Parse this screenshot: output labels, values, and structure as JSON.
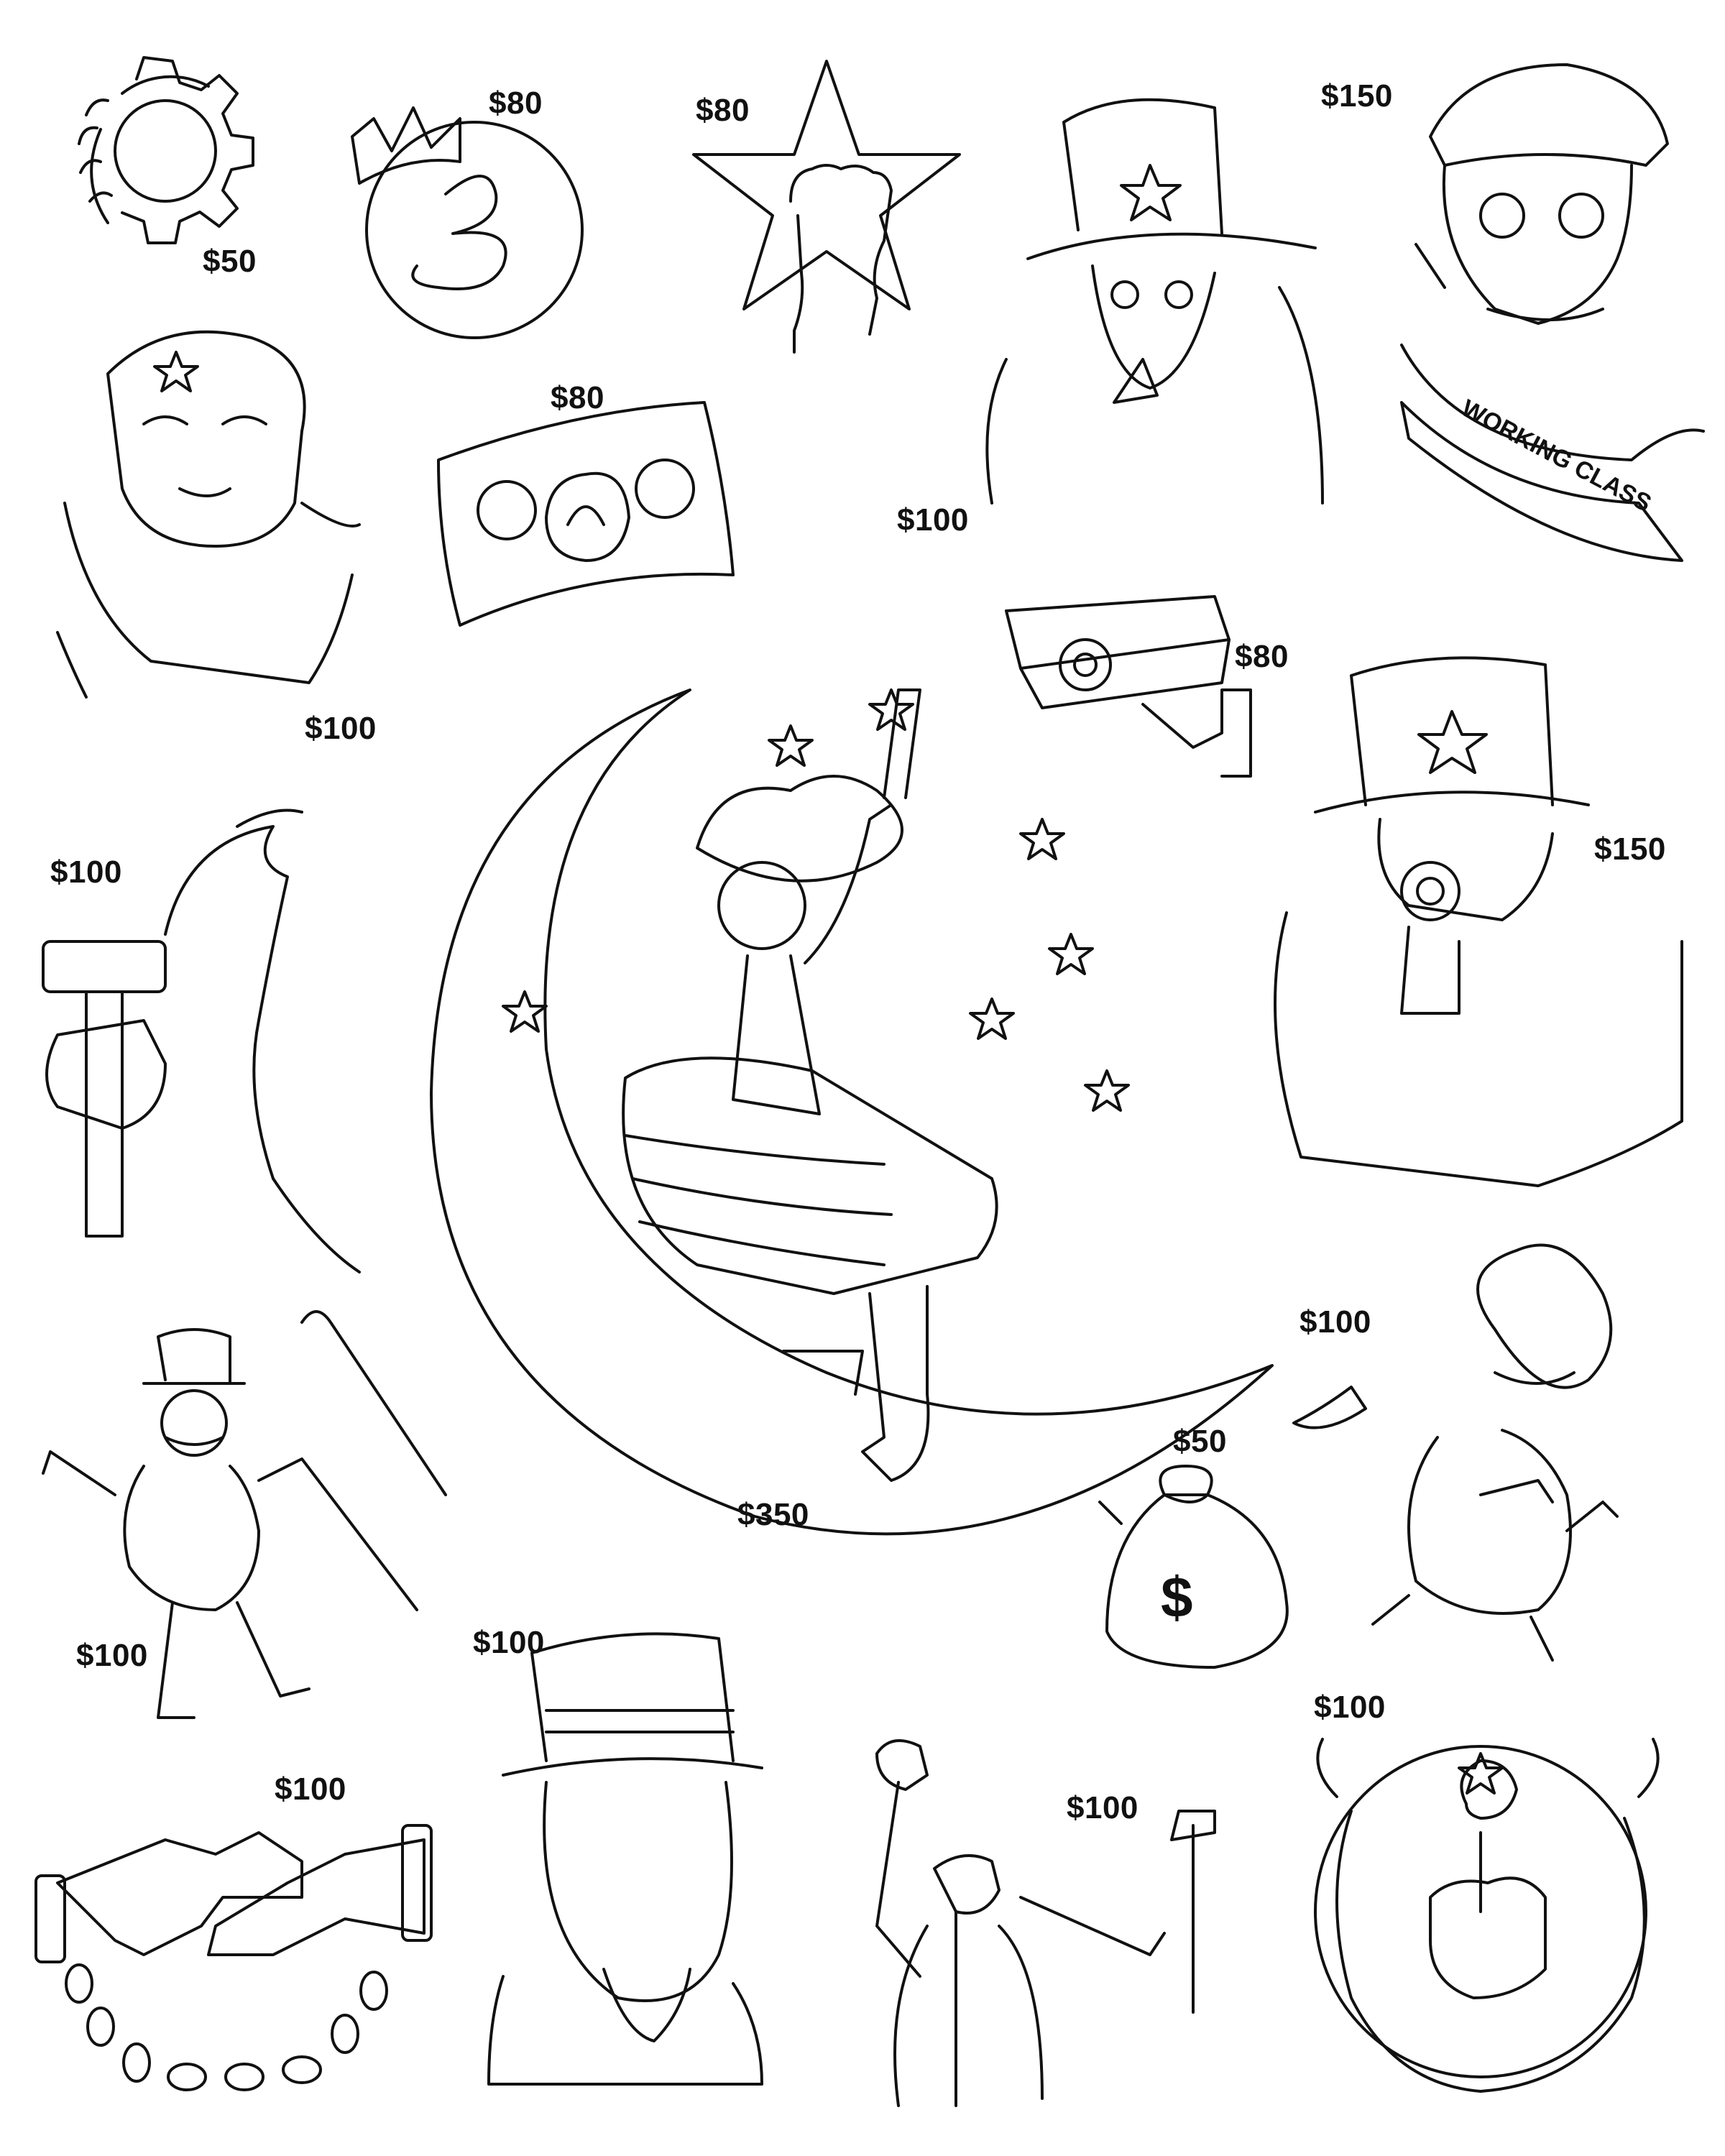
{
  "flash_sheet": {
    "items": [
      {
        "name": "gear-wreath-emblem",
        "price": "$50"
      },
      {
        "name": "crowned-b-logo",
        "price": "$80"
      },
      {
        "name": "star-raised-fist",
        "price": "$80"
      },
      {
        "name": "skeleton-uncle-sam",
        "price": "$100"
      },
      {
        "name": "working-class-skull",
        "price": "$150",
        "banner_text": "WORKING CLASS"
      },
      {
        "name": "revolutionary-portrait",
        "price": "$100"
      },
      {
        "name": "dollar-bill",
        "price": "$80"
      },
      {
        "name": "security-camera",
        "price": "$80"
      },
      {
        "name": "hand-hammer-silhouette",
        "price": "$100"
      },
      {
        "name": "uncle-sam-revolver",
        "price": "$150"
      },
      {
        "name": "moon-lady",
        "price": "$350"
      },
      {
        "name": "monopoly-man",
        "price": "$100"
      },
      {
        "name": "bandit-cherub",
        "price": "$100"
      },
      {
        "name": "money-bag",
        "price": "$50"
      },
      {
        "name": "uncle-sam-portrait",
        "price": "$100"
      },
      {
        "name": "shaking-hands-chain",
        "price": "$100"
      },
      {
        "name": "worker-with-hammer",
        "price": "$100"
      },
      {
        "name": "rose-fist-gear",
        "price": "$100"
      }
    ]
  },
  "colors": {
    "ink": "#111111",
    "paper": "#ffffff"
  }
}
